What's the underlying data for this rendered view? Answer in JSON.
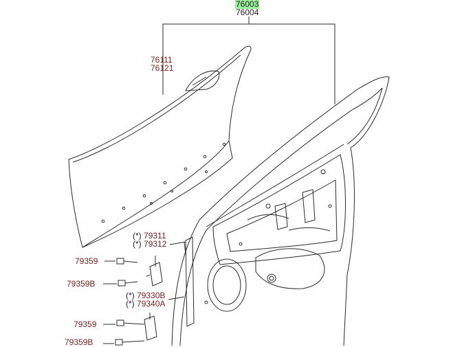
{
  "diagram": {
    "labels": {
      "assy_highlight": "76003",
      "assy_alt": "76004",
      "skin_a": "76111",
      "skin_b": "76121",
      "hinge_a": "79311",
      "hinge_b": "79312",
      "bolt_a": "79359",
      "bolt_b": "79359B",
      "hinge_c": "79330B",
      "hinge_d": "79340A",
      "bolt_c": "79359",
      "bolt_d": "79359B"
    },
    "marker": "(*)",
    "colors": {
      "line": "#2a2a2a",
      "label": "#7a1e1e",
      "highlight": "#9bf09b"
    }
  }
}
